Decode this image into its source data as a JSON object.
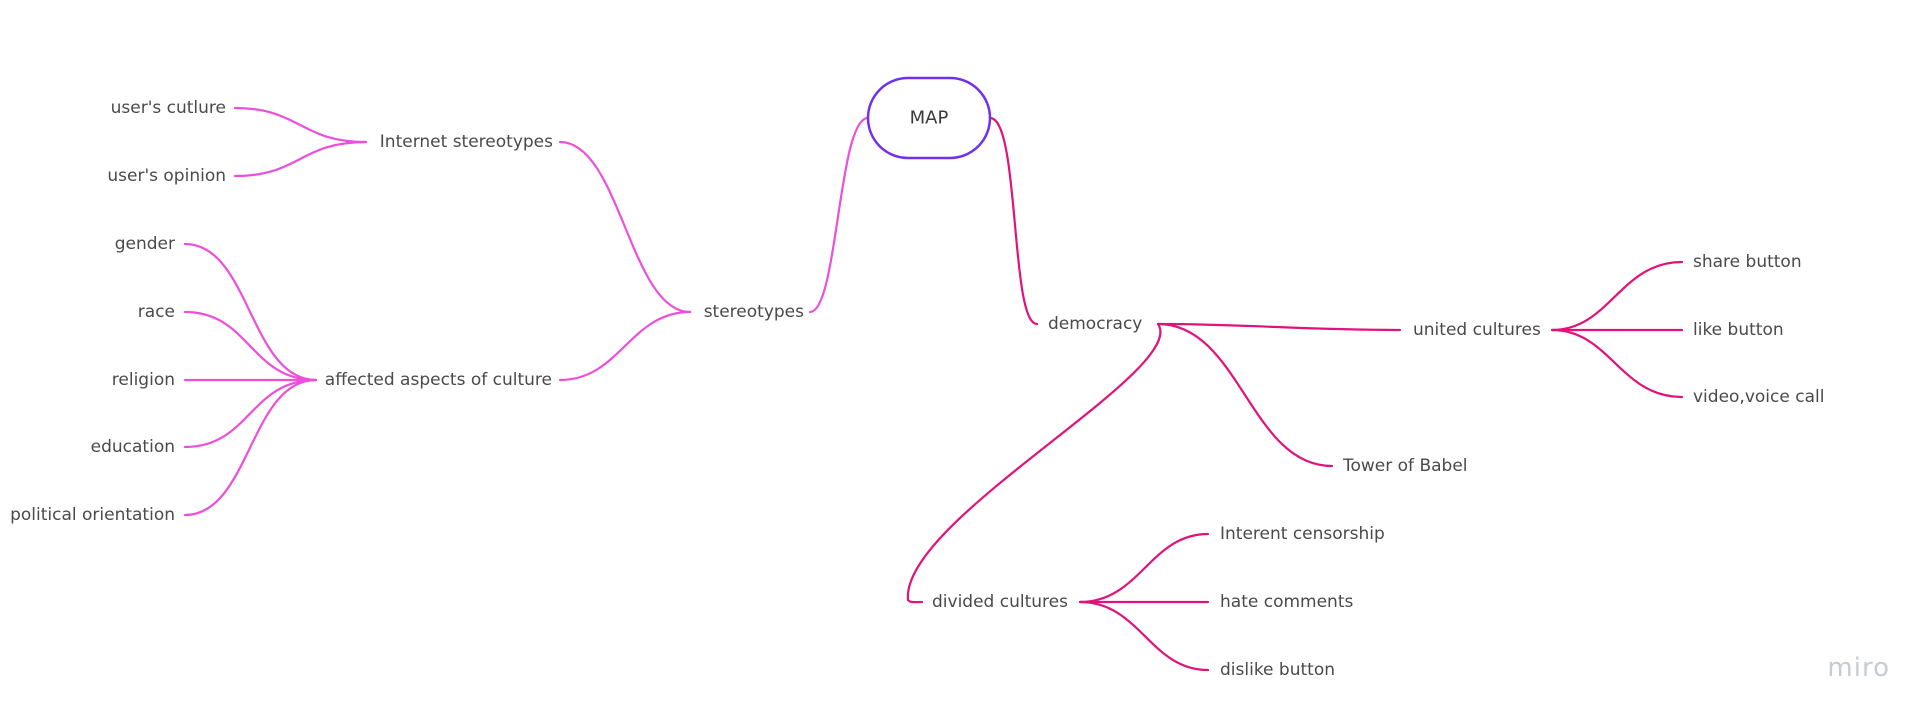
{
  "colors": {
    "left_branch": "#ec4fd9",
    "right_branch": "#e0137a",
    "root_border": "#7030ee",
    "text": "#4a4a4a",
    "watermark": "#c7ccd3"
  },
  "root": {
    "label": "MAP"
  },
  "nodes": {
    "stereotypes": "stereotypes",
    "internet_stereotypes": "Internet stereotypes",
    "users_culture": "user's cutlure",
    "users_opinion": "user's opinion",
    "affected_aspects": "affected aspects of culture",
    "gender": "gender",
    "race": "race",
    "religion": "religion",
    "education": "education",
    "political_orientation": "political  orientation",
    "democracy": "democracy",
    "united_cultures": "united cultures",
    "share_button": "share button",
    "like_button": "like button",
    "video_voice_call": "video,voice call",
    "tower_of_babel": "Tower of Babel",
    "divided_cultures": "divided cultures",
    "internet_censorship": "Interent censorship",
    "hate_comments": "hate comments",
    "dislike_button": "dislike button"
  },
  "watermark": "miro"
}
